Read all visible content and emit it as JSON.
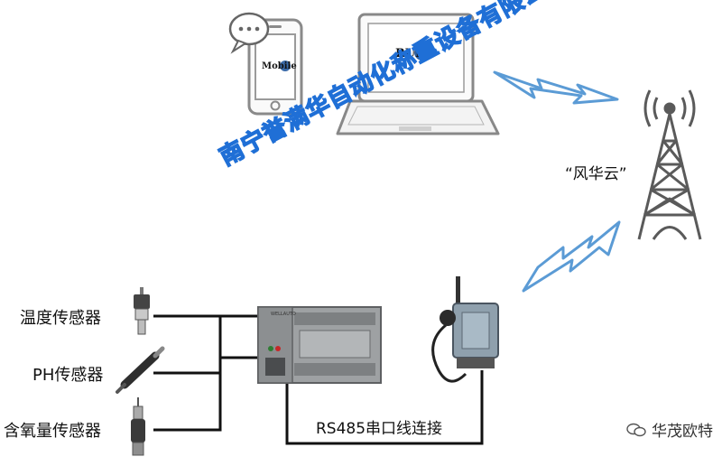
{
  "diagram": {
    "cloud_label": "“风华云”",
    "phone_logo": "Mobile",
    "laptop_logo": "RUN",
    "plc_brand": "WELLAUTO",
    "connection_label": "RS485串口线连接",
    "sensors": [
      {
        "label": "温度传感器"
      },
      {
        "label": "PH传感器"
      },
      {
        "label": "含氧量传感器"
      }
    ],
    "watermark": "南宁誉满华自动化称重设备有限公司",
    "brand": "华茂欧特"
  },
  "colors": {
    "signal": "#5b9bd5",
    "wire": "#111111",
    "watermark": "#1f6fd6",
    "device_gray": "#9a9a9a"
  },
  "icons": [
    "chat-bubble-icon",
    "phone-icon",
    "laptop-icon",
    "tower-icon",
    "lightning-signal-icon",
    "wechat-icon"
  ]
}
